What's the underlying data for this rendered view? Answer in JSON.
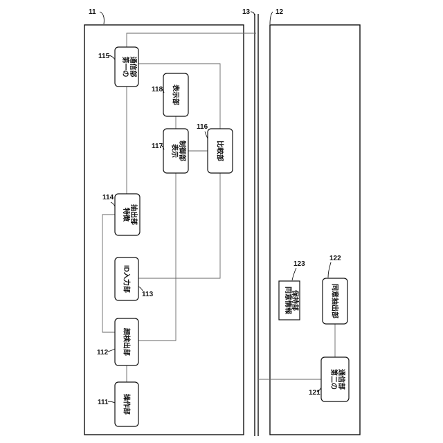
{
  "figure": {
    "device_left": {
      "ref": "11",
      "blocks": {
        "b111": {
          "ref": "111",
          "label": "操作部"
        },
        "b112": {
          "ref": "112",
          "label": "顔検出部"
        },
        "b113": {
          "ref": "113",
          "label": "ID入力部"
        },
        "b114": {
          "ref": "114",
          "label_line1": "特徴",
          "label_line2": "抽出部"
        },
        "b115": {
          "ref": "115",
          "label_line1": "第一の",
          "label_line2": "通信部"
        },
        "b116": {
          "ref": "116",
          "label": "比較部"
        },
        "b117": {
          "ref": "117",
          "label_line1": "表示",
          "label_line2": "制御部"
        },
        "b118": {
          "ref": "118",
          "label": "表示部"
        }
      }
    },
    "network": {
      "ref": "13"
    },
    "device_right": {
      "ref": "12",
      "blocks": {
        "b121": {
          "ref": "121",
          "label_line1": "第二の",
          "label_line2": "通信部"
        },
        "b122": {
          "ref": "122",
          "label": "同意抽出部"
        },
        "b123": {
          "ref": "123",
          "label_line1": "同意情報",
          "label_line2": "保持部"
        }
      }
    }
  }
}
